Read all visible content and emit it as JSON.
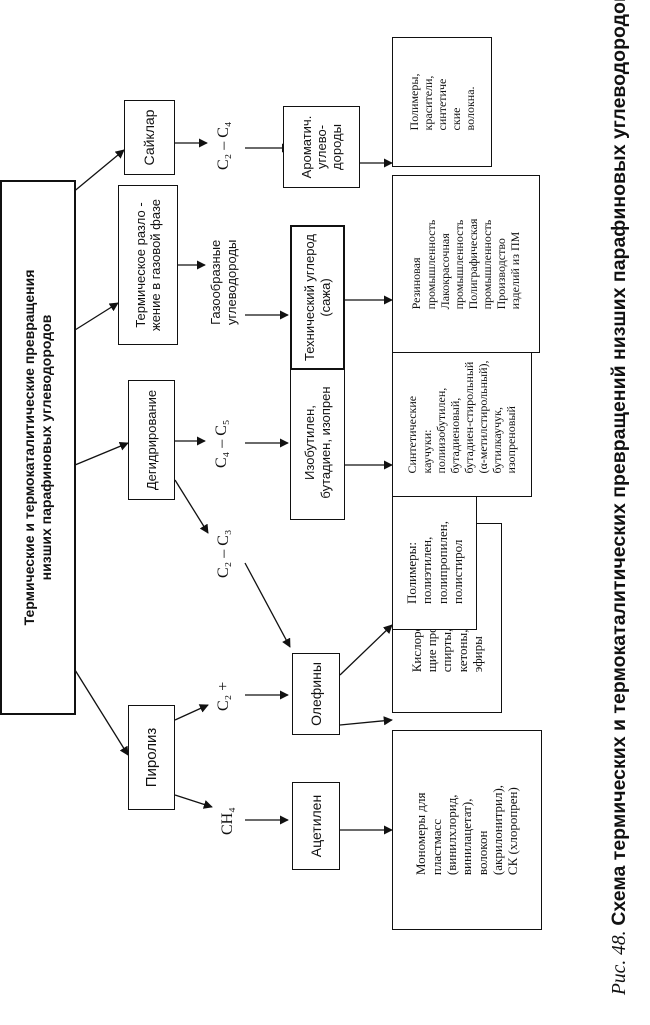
{
  "root": {
    "text": "Термические и термокаталитические превращения\nнизших парафиновых углеводородов"
  },
  "processes": {
    "piroliz": "Пиролиз",
    "degidr": "Дегидрирование",
    "razlozh": "Термическое разло -\nжение в газовой фазе",
    "saiklar": "Сайклар"
  },
  "labels": {
    "ch4": "CH₄",
    "c2plus": "C₂ +",
    "c2c3": "C₂ – C₃",
    "c4c5": "C₄ – C₅",
    "gazoobr": "Газообразные\nуглеводороды",
    "c2c4": "C₂ – C₄"
  },
  "products": {
    "acetilen": "Ацетилен",
    "olefiny": "Олефины",
    "izobutilen": "Изобутилен,\nбутадиен, изопрен",
    "uglerod": "Технический углерод\n(сажа)",
    "aromat": "Ароматич.\nуглево-\nдороды"
  },
  "applications": {
    "monomery": "Мономеры для\nпластмасс\n(винилхлорид,\nвинилацетат),\nволокон\n(акрилонитрил),\nСК (хлоропрен)",
    "kislorod": "Кислородсодержа-\nщие продукты:\nспирты, альдегиды,\nкетоны, оксиды,\nэфиры",
    "polimery1": "Полимеры:\nполиэтилен,\nполипропилен,\nполистирол",
    "kauchuki": "Синтетические\nкаучуки:\nполиизобутилен,\nбутадиеновый,\nбутадиен-стирольный\n(α-метилстирольный),\nбутилкаучук,\nизопреновый",
    "rezin": "Резиновая\nпромышленность\nЛакокрасочная\nпромышленность\nПолиграфическая\nпромышленность\nПроизводство\nизделий из ПМ",
    "polimery2": "Полимеры,\nкрасители,\nсинтетиче\nские\nволокна."
  },
  "caption": {
    "figure": "Рис. 48.",
    "text": "Схема термических и термокаталитических превращений низших парафиновых углеводородов"
  }
}
